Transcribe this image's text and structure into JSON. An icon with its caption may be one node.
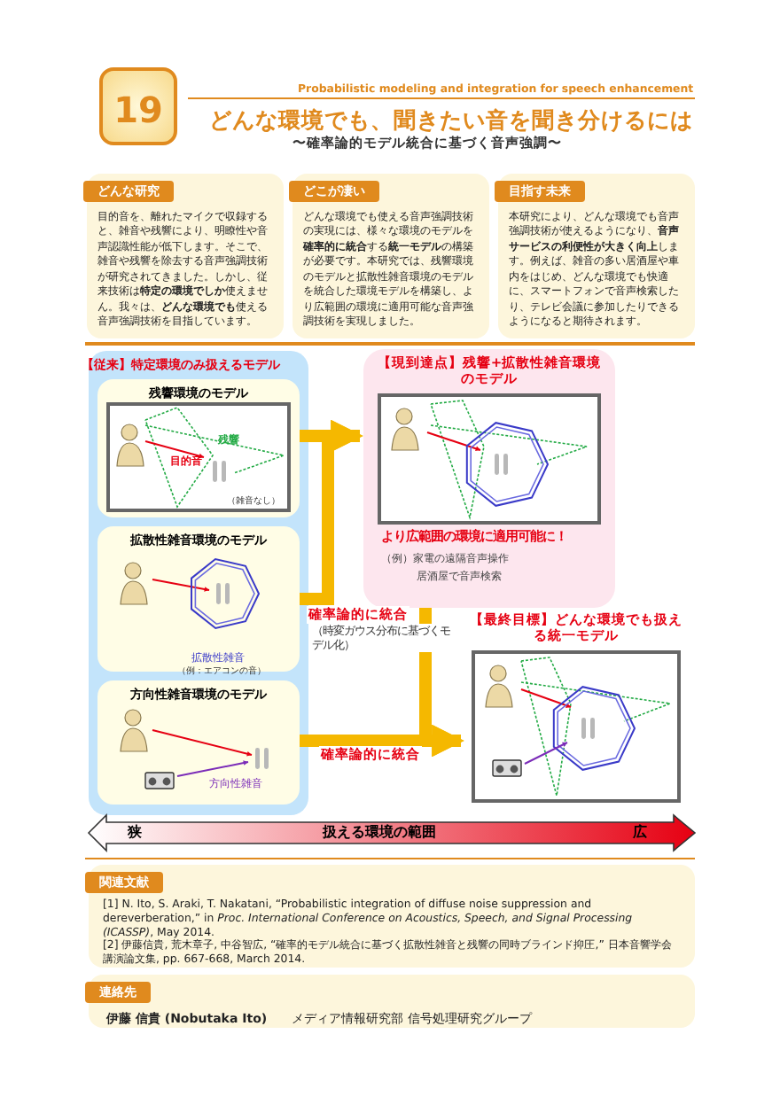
{
  "diagram": {
    "title": "どんな環境でも、聞きたい音を聞き分けるには",
    "nodes": [
      {
        "text": [
          "どんな研究",
          "目的音を、離れたマイクで収録すると、雑音や残響により、明瞭性や音声認識性能が低下します。そこで、雑音や残響を除去する音声強調技術が研究されてきました。しかし、従来技術は**特定の環境でしか**使えません。我々は、**どんな環境でも**使える音声強調技術を目指しています。"
        ]
      },
      {
        "text": [
          "どこが凄い",
          "どんな環境でも使える音声強調技術の実現には、様々な環境のモデルを**確率的に統合**する**統一モデル**の構築が必要です。本研究では、残響環境のモデルと拡散性雑音環境のモデルを統合した環境モデルを構築し、より広範囲の環境に適用可能な音声強調技術を実現しました。"
        ]
      },
      {
        "text": [
          "目指す未来",
          "本研究により、どんな環境でも音声強調技術が使えるようになり、**音声サービスの利便性が大きく向上**します。例えば、雑音の多い居酒屋や車内をはじめ、どんな環境でも快適に、スマートフォンで音声検索したり、テレビ会議に参加したりできるようになると期待されます。"
        ]
      },
      {
        "text": [
          "【従来】特定環境のみ扱えるモデル"
        ]
      },
      {
        "text": [
          "残響環境のモデル"
        ],
        "in": 3
      },
      {
        "text": [
          "拡散性雑音環境のモデル"
        ],
        "in": 3
      },
      {
        "text": [
          "方向性雑音環境のモデル"
        ],
        "in": 3
      },
      {
        "text": [
          "【現到達点】残響+拡散性雑音環境のモデル",
          "より広範囲の環境に適用可能に！",
          "（例）家電の遠隔音声操作",
          "居酒屋で音声検索"
        ]
      },
      {
        "text": [
          "【最終目標】どんな環境でも扱える統一モデル"
        ]
      },
      {
        "text": [
          "関連文献",
          "[1] N. Ito, S. Araki, T. Nakatani, “Probabilistic integration of diffuse noise suppression and dereverberation,” in *Proc. International Conference on Acoustics, Speech, and Signal Processing (ICASSP)*, May 2014.",
          "[2] 伊藤信貴, 荒木章子, 中谷智広, “確率的モデル統合に基づく拡散性雑音と残響の同時ブラインド抑圧,” 日本音響学会講演論文集, pp. 667-668, March 2014."
        ]
      },
      {
        "text": [
          "連絡先",
          "**伊藤 信貴 (Nobutaka Ito)**　　メディア情報研究部 信号処理研究グループ"
        ]
      }
    ],
    "edges": [
      {
        "from": 4,
        "to": 7,
        "arrow": "to"
      },
      {
        "from": 5,
        "to": 7,
        "arrow": "to",
        "label": "確率論的に統合"
      },
      {
        "from": 7,
        "to": 8,
        "arrow": "to"
      },
      {
        "from": 6,
        "to": 8,
        "arrow": "to",
        "label": "確率論的に統合"
      }
    ],
    "labels": [
      "19",
      "Probabilistic modeling and integration for speech enhancement",
      "〜確率論的モデル統合に基づく音声強調〜",
      "残響",
      "目的音",
      "（雑音なし）",
      "拡散性雑音",
      "（例：エアコンの音）",
      "（時変ガウス分布に基づくモデル化）",
      "方向性雑音",
      "狭",
      "扱える環境の範囲",
      "広"
    ]
  }
}
